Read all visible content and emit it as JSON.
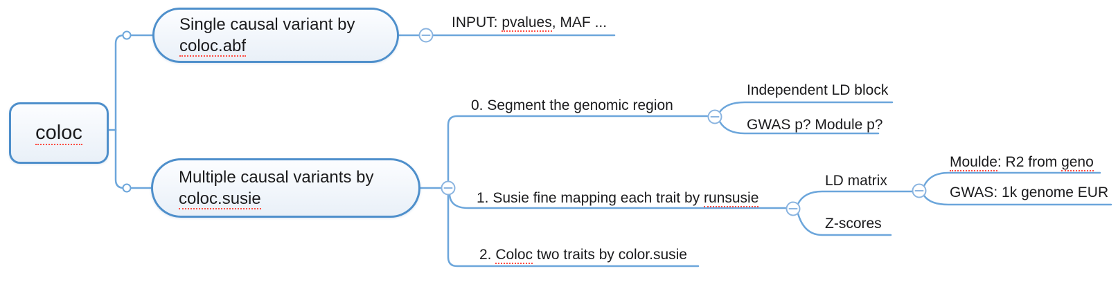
{
  "colors": {
    "line": "#6CA6DB",
    "collapse_button": "#8AB4E0",
    "node_border": "#4E8FCB",
    "text": "#1b1b1d",
    "spellcheck_underline": "#ff4b42",
    "node_fill_top": "#fcfdff",
    "node_fill_bottom": "#e9f0f8"
  },
  "icons": {
    "collapse": "minus-circle-icon",
    "branch": "open-circle-dot"
  },
  "root": {
    "segments": [
      {
        "text": "coloc",
        "error": true
      }
    ]
  },
  "topics": [
    {
      "id": "single-causal",
      "lines": [
        [
          {
            "text": "Single causal variant by"
          }
        ],
        [
          {
            "text": "coloc.abf",
            "error": true
          }
        ]
      ]
    },
    {
      "id": "multiple-causal",
      "lines": [
        [
          {
            "text": "Multiple causal variants by"
          }
        ],
        [
          {
            "text": "coloc.susie",
            "error": true
          }
        ]
      ]
    }
  ],
  "subtopics": [
    {
      "id": "input",
      "segments": [
        {
          "text": "INPUT: "
        },
        {
          "text": "pvalues",
          "error": true
        },
        {
          "text": ", MAF ..."
        }
      ]
    },
    {
      "id": "segment-region",
      "segments": [
        {
          "text": "0. Segment the genomic region"
        }
      ]
    },
    {
      "id": "independent-ld",
      "segments": [
        {
          "text": "Independent LD block"
        }
      ]
    },
    {
      "id": "gwas-module",
      "segments": [
        {
          "text": "GWAS p? Module p?"
        }
      ]
    },
    {
      "id": "susie-mapping",
      "segments": [
        {
          "text": "1. Susie fine mapping each trait by "
        },
        {
          "text": "runsusie",
          "error": true
        }
      ]
    },
    {
      "id": "ld-matrix",
      "segments": [
        {
          "text": "LD matrix"
        }
      ]
    },
    {
      "id": "z-scores",
      "segments": [
        {
          "text": "Z-scores"
        }
      ]
    },
    {
      "id": "moulde",
      "segments": [
        {
          "text": "Moulde",
          "error": true
        },
        {
          "text": ": R2 from "
        },
        {
          "text": "geno",
          "error": true
        }
      ]
    },
    {
      "id": "gwas-1k",
      "segments": [
        {
          "text": "GWAS: 1k genome EUR"
        }
      ]
    },
    {
      "id": "coloc-two",
      "segments": [
        {
          "text": "2. "
        },
        {
          "text": "Coloc",
          "error": true
        },
        {
          "text": " two traits by color.susie"
        }
      ]
    }
  ]
}
